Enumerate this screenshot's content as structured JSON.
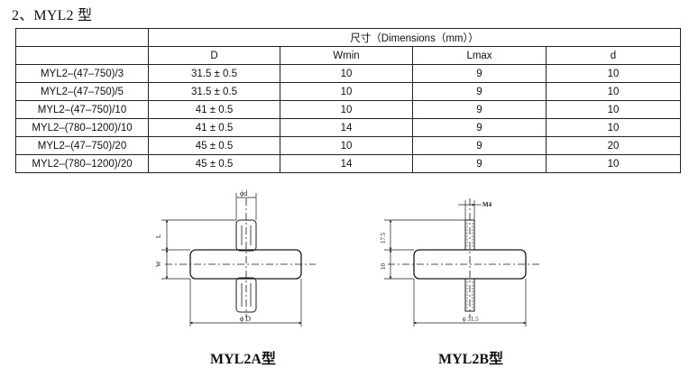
{
  "heading": "2、MYL2 型",
  "table": {
    "group_header": "尺寸（Dimensions（mm））",
    "columns": [
      "D",
      "Wmin",
      "Lmax",
      "d"
    ],
    "rows": [
      {
        "model": "MYL2–(47–750)/3",
        "D": "31.5 ± 0.5",
        "Wmin": "10",
        "Lmax": "9",
        "d": "10"
      },
      {
        "model": "MYL2–(47–750)/5",
        "D": "31.5 ± 0.5",
        "Wmin": "10",
        "Lmax": "9",
        "d": "10"
      },
      {
        "model": "MYL2–(47–750)/10",
        "D": "41 ± 0.5",
        "Wmin": "10",
        "Lmax": "9",
        "d": "10"
      },
      {
        "model": "MYL2–(780–1200)/10",
        "D": "41 ± 0.5",
        "Wmin": "14",
        "Lmax": "9",
        "d": "10"
      },
      {
        "model": "MYL2–(47–750)/20",
        "D": "45 ± 0.5",
        "Wmin": "10",
        "Lmax": "9",
        "d": "20"
      },
      {
        "model": "MYL2–(780–1200)/20",
        "D": "45 ± 0.5",
        "Wmin": "14",
        "Lmax": "9",
        "d": "10"
      }
    ]
  },
  "drawing_a": {
    "label_d": "ϕd",
    "label_L": "L",
    "label_W": "W",
    "label_D": "ϕ D",
    "caption": "MYL2A型"
  },
  "drawing_b": {
    "label_m4": "M4",
    "label_175": "17.5",
    "label_10": "10",
    "label_315": "ϕ 31.5",
    "caption": "MYL2B型"
  },
  "colors": {
    "line": "#1a1a1a",
    "centerline": "#333333"
  }
}
